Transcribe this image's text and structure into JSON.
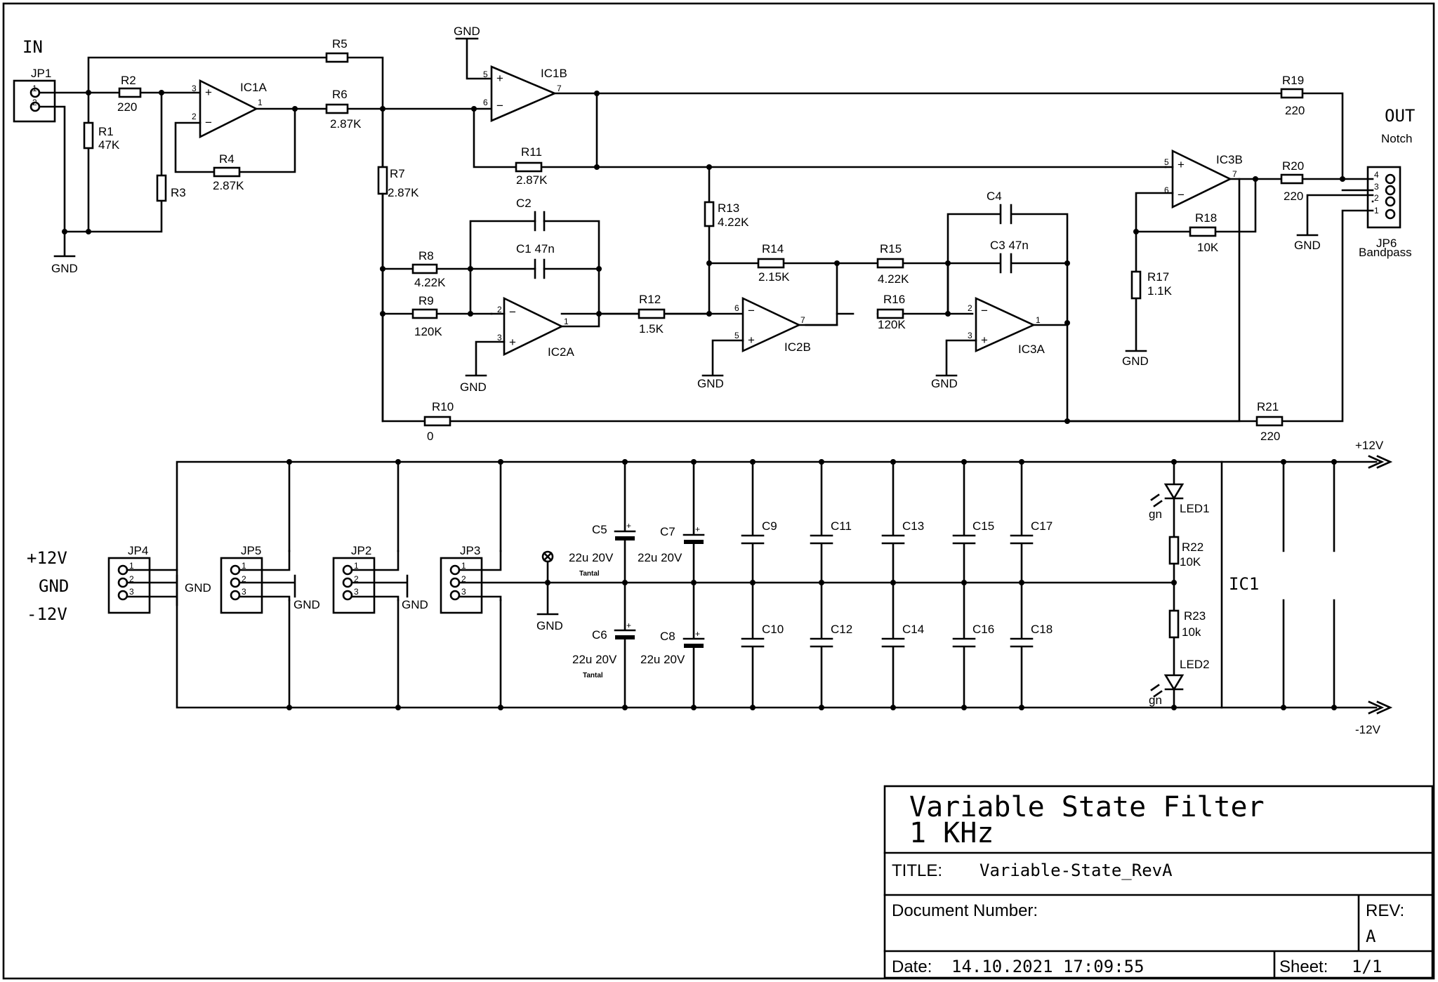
{
  "labels": {
    "in": "IN",
    "out": "OUT",
    "notch": "Notch",
    "bandpass": "Bandpass",
    "gnd": "GND",
    "plus12_rail": "+12V",
    "minus12_rail": "-12V",
    "tantal": "Tantal",
    "gn": "gn"
  },
  "power_legend": [
    "+12V",
    "GND",
    "-12V"
  ],
  "resistors": [
    {
      "ref": "R1",
      "value": "47K"
    },
    {
      "ref": "R2",
      "value": "220"
    },
    {
      "ref": "R3",
      "value": ""
    },
    {
      "ref": "R4",
      "value": "2.87K"
    },
    {
      "ref": "R5",
      "value": ""
    },
    {
      "ref": "R6",
      "value": "2.87K"
    },
    {
      "ref": "R7",
      "value": "2.87K"
    },
    {
      "ref": "R8",
      "value": "4.22K"
    },
    {
      "ref": "R9",
      "value": "120K"
    },
    {
      "ref": "R10",
      "value": "0"
    },
    {
      "ref": "R11",
      "value": "2.87K"
    },
    {
      "ref": "R12",
      "value": "1.5K"
    },
    {
      "ref": "R13",
      "value": "4.22K"
    },
    {
      "ref": "R14",
      "value": "2.15K"
    },
    {
      "ref": "R15",
      "value": "4.22K"
    },
    {
      "ref": "R16",
      "value": "120K"
    },
    {
      "ref": "R17",
      "value": "1.1K"
    },
    {
      "ref": "R18",
      "value": "10K"
    },
    {
      "ref": "R19",
      "value": "220"
    },
    {
      "ref": "R20",
      "value": "220"
    },
    {
      "ref": "R21",
      "value": "220"
    },
    {
      "ref": "R22",
      "value": "10K"
    },
    {
      "ref": "R23",
      "value": "10k"
    }
  ],
  "capacitors": {
    "c1": "C1  47n",
    "c2": "C2",
    "c3": "C3  47n",
    "c4": "C4",
    "c5": "C5",
    "c6": "C6",
    "c7": "C7",
    "c8": "C8",
    "c5v": "22u 20V",
    "c6v": "22u 20V",
    "c7v": "22u 20V",
    "c8v": "22u 20V",
    "c9": "C9",
    "c10": "C10",
    "c11": "C11",
    "c12": "C12",
    "c13": "C13",
    "c14": "C14",
    "c15": "C15",
    "c16": "C16",
    "c17": "C17",
    "c18": "C18"
  },
  "opamps": {
    "ic1a": "IC1A",
    "ic1b": "IC1B",
    "ic2a": "IC2A",
    "ic2b": "IC2B",
    "ic3a": "IC3A",
    "ic3b": "IC3B",
    "ic1": "IC1"
  },
  "connectors": {
    "jp1": "JP1",
    "jp2": "JP2",
    "jp3": "JP3",
    "jp4": "JP4",
    "jp5": "JP5",
    "jp6": "JP6"
  },
  "leds": {
    "led1": "LED1",
    "led2": "LED2"
  },
  "title_block": {
    "heading_line1": "Variable State Filter",
    "heading_line2": "1 KHz",
    "title_label": "TITLE:",
    "title_value": "Variable-State_RevA",
    "doc_label": "Document Number:",
    "doc_value": "",
    "rev_label": "REV:",
    "rev_value": "A",
    "date_label": "Date:",
    "date_value": "14.10.2021 17:09:55",
    "sheet_label": "Sheet:",
    "sheet_value": "1/1"
  }
}
